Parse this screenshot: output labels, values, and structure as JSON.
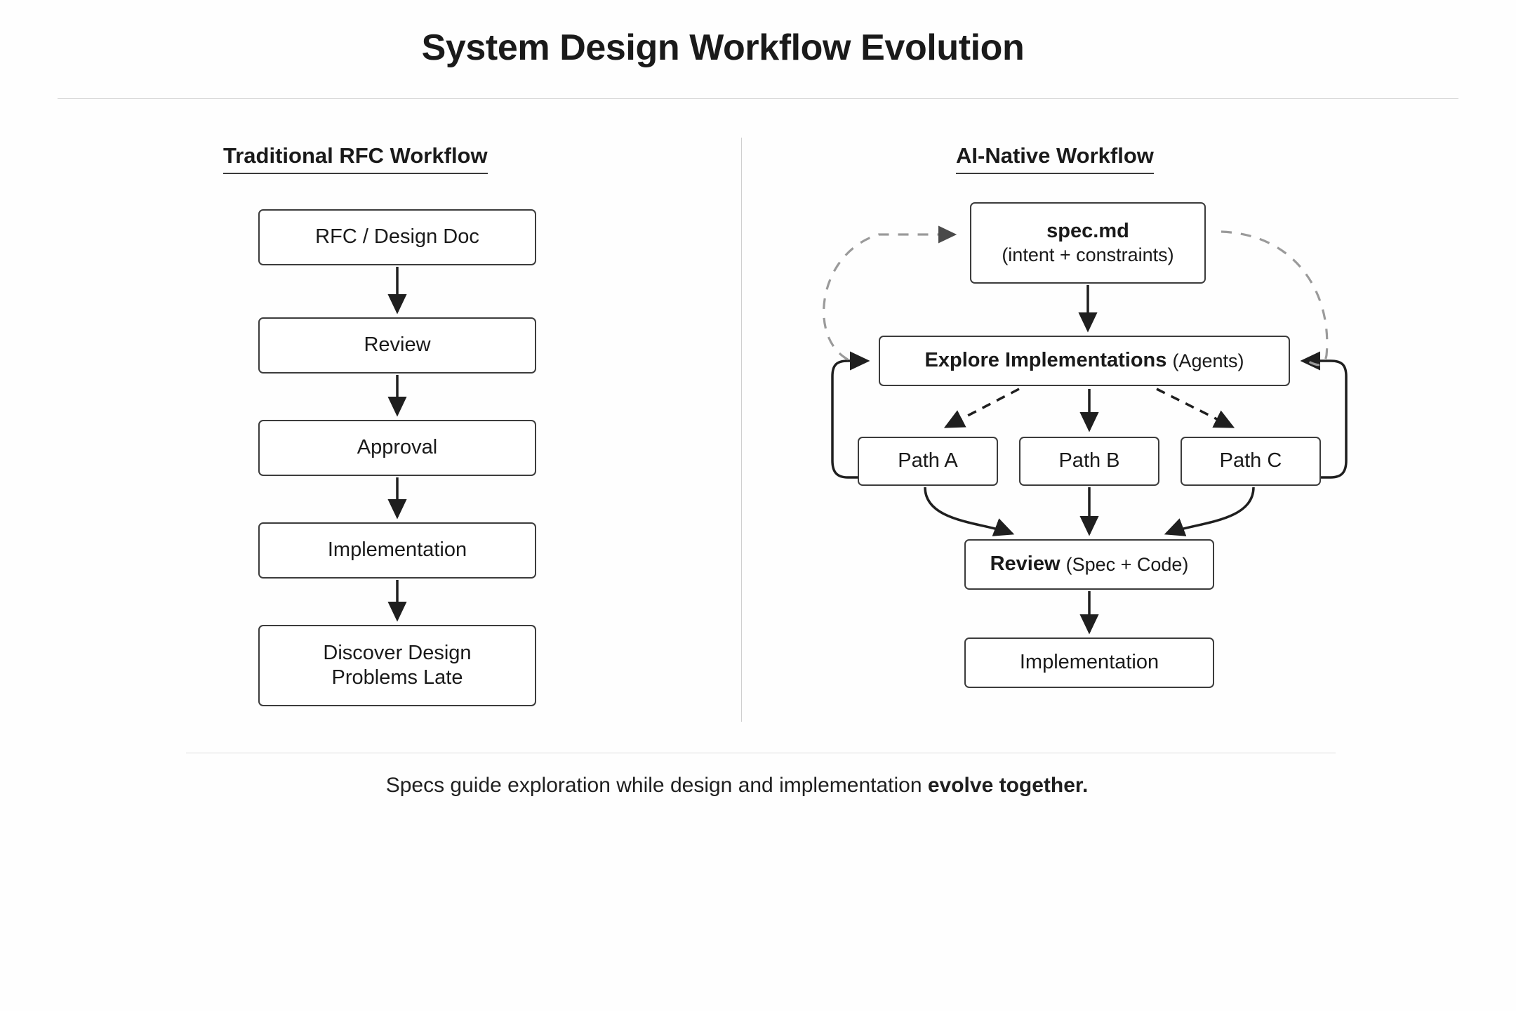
{
  "page": {
    "title": "System Design Workflow Evolution",
    "caption_plain": "Specs guide exploration while design and implementation ",
    "caption_bold": "evolve together.",
    "background_color": "#fefefe",
    "line_color": "#3c3c3c",
    "dashed_loop_color": "#9a9a9a"
  },
  "columns": {
    "left": {
      "header": "Traditional RFC Workflow",
      "nodes": [
        {
          "id": "rfc",
          "label": "RFC / Design Doc"
        },
        {
          "id": "review",
          "label": "Review"
        },
        {
          "id": "approval",
          "label": "Approval"
        },
        {
          "id": "implementation",
          "label": "Implementation"
        },
        {
          "id": "discover",
          "line1": "Discover Design",
          "line2": "Problems Late"
        }
      ],
      "connectors": [
        {
          "from": "rfc",
          "to": "review",
          "style": "solid"
        },
        {
          "from": "review",
          "to": "approval",
          "style": "solid"
        },
        {
          "from": "approval",
          "to": "implementation",
          "style": "solid"
        },
        {
          "from": "implementation",
          "to": "discover",
          "style": "solid"
        }
      ]
    },
    "right": {
      "header": "AI-Native Workflow",
      "nodes": [
        {
          "id": "spec",
          "title": "spec.md",
          "subtitle": "(intent + constraints)"
        },
        {
          "id": "explore",
          "title": "Explore Implementations",
          "subtitle": "(Agents)"
        },
        {
          "id": "path-a",
          "label": "Path A"
        },
        {
          "id": "path-b",
          "label": "Path B"
        },
        {
          "id": "path-c",
          "label": "Path C"
        },
        {
          "id": "review",
          "title": "Review",
          "subtitle": "(Spec + Code)"
        },
        {
          "id": "implementation",
          "label": "Implementation"
        }
      ],
      "connectors": [
        {
          "from": "spec",
          "to": "explore",
          "style": "solid"
        },
        {
          "from": "explore",
          "to": "path-a",
          "style": "dashed"
        },
        {
          "from": "explore",
          "to": "path-b",
          "style": "solid"
        },
        {
          "from": "explore",
          "to": "path-c",
          "style": "dashed"
        },
        {
          "from": "path-a",
          "to": "review",
          "style": "solid-curve"
        },
        {
          "from": "path-b",
          "to": "review",
          "style": "solid"
        },
        {
          "from": "path-c",
          "to": "review",
          "style": "solid-curve"
        },
        {
          "from": "review",
          "to": "implementation",
          "style": "solid"
        },
        {
          "from": "path-a",
          "to": "explore",
          "style": "solid-loop-left"
        },
        {
          "from": "path-c",
          "to": "explore",
          "style": "solid-loop-right"
        },
        {
          "from": "explore",
          "to": "spec",
          "style": "dashed-loop-left"
        },
        {
          "from": "spec",
          "to": "explore",
          "style": "dashed-loop-right"
        }
      ]
    }
  }
}
